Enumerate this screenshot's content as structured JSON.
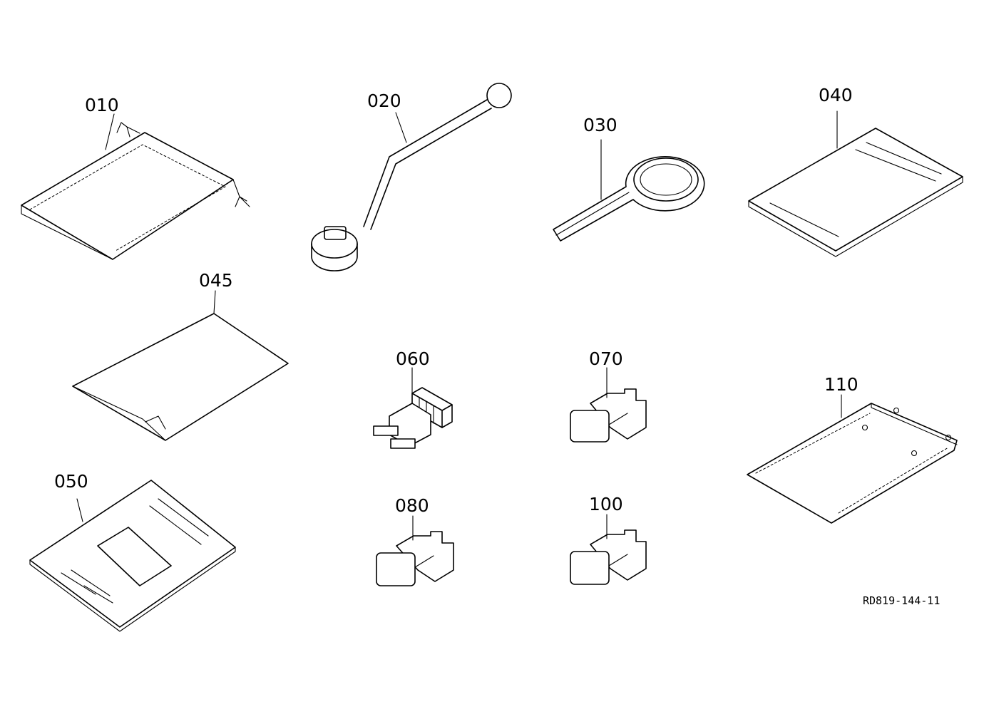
{
  "figure": {
    "reference_code": "RD819-144-11"
  },
  "parts": [
    {
      "id": "p010",
      "label": "010",
      "icon": "drawstring-bag-icon"
    },
    {
      "id": "p020",
      "label": "020",
      "icon": "socket-wrench-handle-icon"
    },
    {
      "id": "p030",
      "label": "030",
      "icon": "filter-wrench-icon"
    },
    {
      "id": "p040",
      "label": "040",
      "icon": "manual-booklet-icon"
    },
    {
      "id": "p045",
      "label": "045",
      "icon": "sticker-sheet-icon"
    },
    {
      "id": "p050",
      "label": "050",
      "icon": "instruction-booklet-icon"
    },
    {
      "id": "p060",
      "label": "060",
      "icon": "connector-icon"
    },
    {
      "id": "p070",
      "label": "070",
      "icon": "fuse-icon"
    },
    {
      "id": "p080",
      "label": "080",
      "icon": "fuse-icon"
    },
    {
      "id": "p100",
      "label": "100",
      "icon": "fuse-icon"
    },
    {
      "id": "p110",
      "label": "110",
      "icon": "plate-icon"
    }
  ]
}
